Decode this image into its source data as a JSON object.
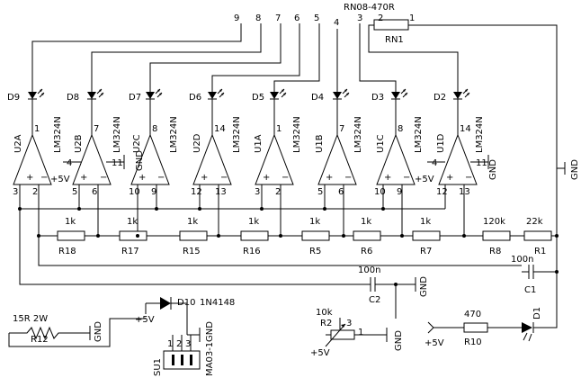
{
  "rn1": {
    "name": "RN08-470R",
    "ref": "RN1",
    "pins": [
      "9",
      "8",
      "7",
      "6",
      "5",
      "4",
      "3",
      "2",
      "1"
    ]
  },
  "leds": [
    "D9",
    "D8",
    "D7",
    "D6",
    "D5",
    "D4",
    "D3",
    "D2"
  ],
  "opamps": [
    {
      "ref": "U2A",
      "part": "LM324N",
      "out": "1",
      "plus": "3",
      "minus": "2"
    },
    {
      "ref": "U2B",
      "part": "LM324N",
      "out": "7",
      "plus": "5",
      "minus": "6"
    },
    {
      "ref": "U2C",
      "part": "LM324N",
      "out": "8",
      "plus": "10",
      "minus": "9"
    },
    {
      "ref": "U2D",
      "part": "LM324N",
      "out": "14",
      "plus": "12",
      "minus": "13"
    },
    {
      "ref": "U1A",
      "part": "LM324N",
      "out": "1",
      "plus": "3",
      "minus": "2"
    },
    {
      "ref": "U1B",
      "part": "LM324N",
      "out": "7",
      "plus": "5",
      "minus": "6"
    },
    {
      "ref": "U1C",
      "part": "LM324N",
      "out": "8",
      "plus": "10",
      "minus": "9"
    },
    {
      "ref": "U1D",
      "part": "LM324N",
      "out": "14",
      "plus": "12",
      "minus": "13"
    }
  ],
  "power": {
    "u2_v": "4",
    "u2_g": "11",
    "u1_v": "4",
    "u1_g": "11",
    "vcc": "+5V",
    "gnd": "GND"
  },
  "ladder": [
    {
      "val": "1k",
      "ref": "R18"
    },
    {
      "val": "1k",
      "ref": "R17"
    },
    {
      "val": "1k",
      "ref": "R15"
    },
    {
      "val": "1k",
      "ref": "R16"
    },
    {
      "val": "1k",
      "ref": "R5"
    },
    {
      "val": "1k",
      "ref": "R6"
    },
    {
      "val": "1k",
      "ref": "R7"
    },
    {
      "val": "120k",
      "ref": "R8"
    },
    {
      "val": "22k",
      "ref": "R1"
    }
  ],
  "c2": {
    "ref": "C2",
    "val": "100n"
  },
  "c1": {
    "ref": "C1",
    "val": "100n"
  },
  "r2": {
    "ref": "R2",
    "val": "10k",
    "p3": "3",
    "p1": "1"
  },
  "r10": {
    "ref": "R10",
    "val": "470"
  },
  "d1": {
    "ref": "D1"
  },
  "d10": {
    "ref": "D10",
    "part": "1N4148"
  },
  "r12": {
    "ref": "R12",
    "val": "15R 2W"
  },
  "su1": {
    "ref": "SU1",
    "part": "MA03-1",
    "pins": [
      "1",
      "2",
      "3"
    ]
  }
}
